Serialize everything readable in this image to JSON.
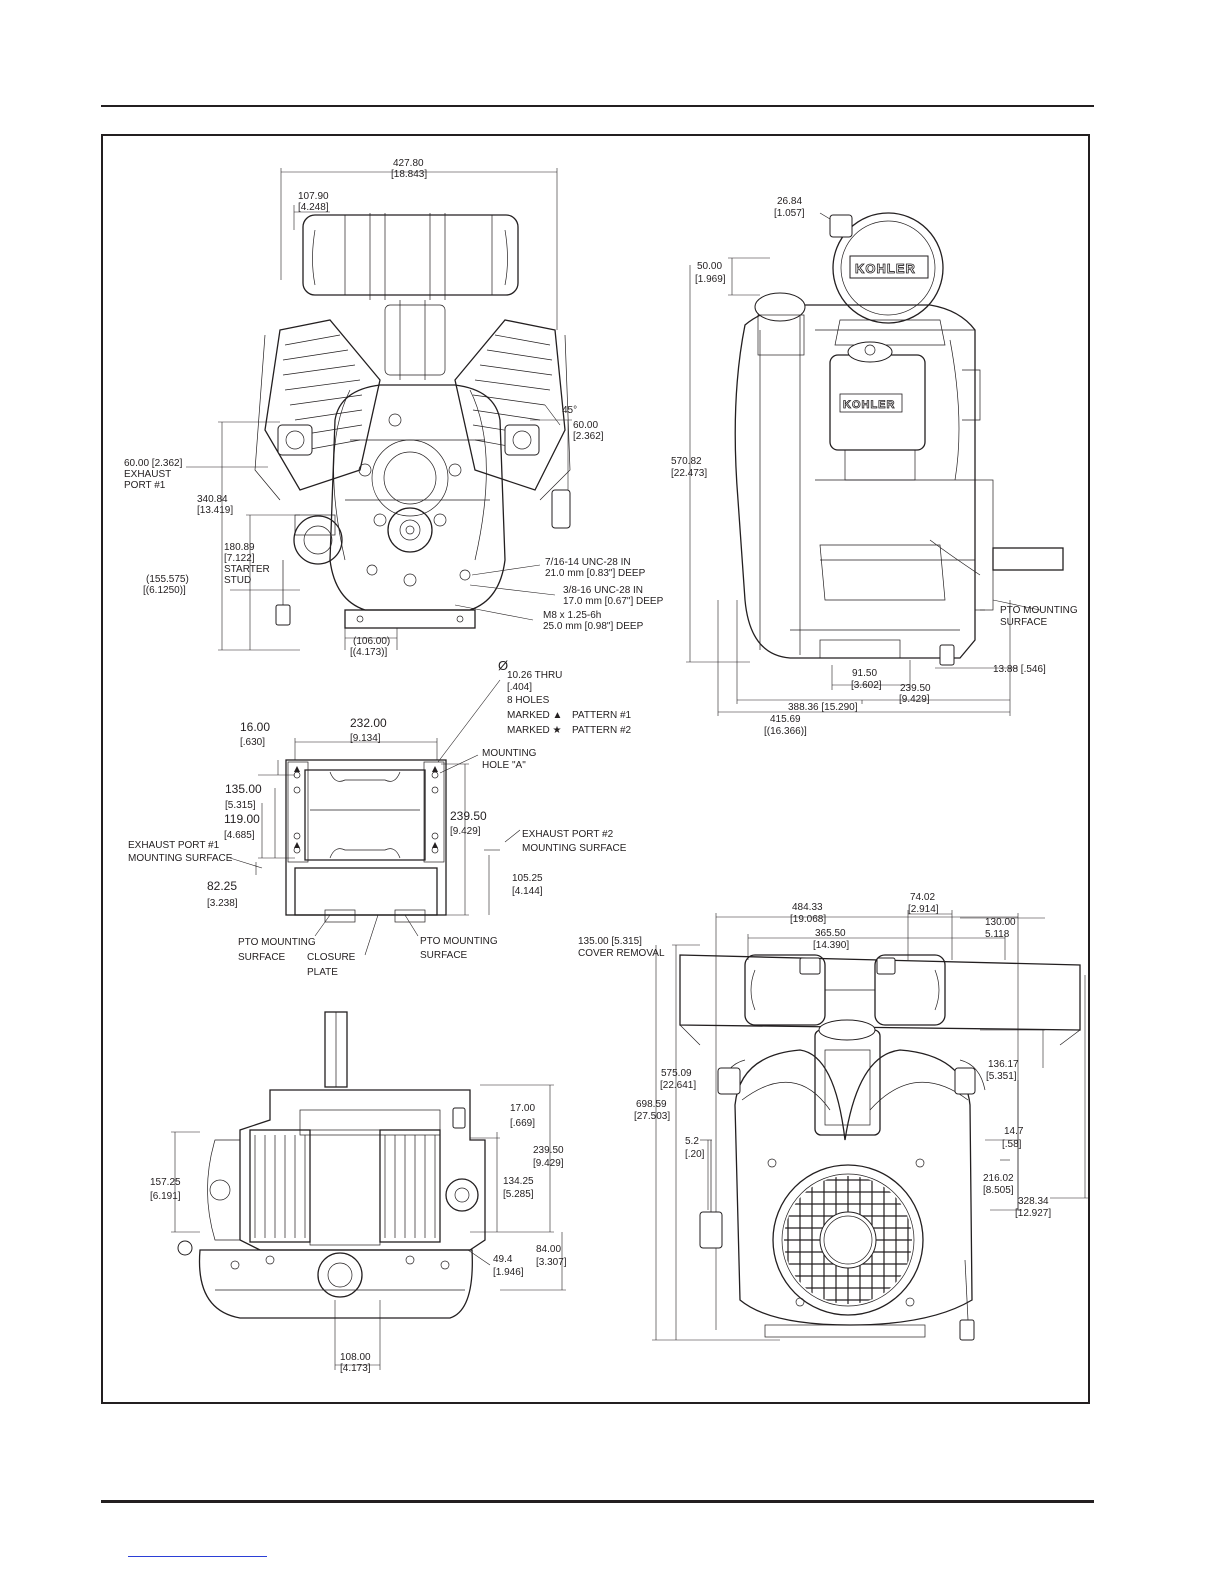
{
  "front_view": {
    "labels": [
      "427.80",
      "[18.843]",
      "107.90",
      "[4.248]",
      "45°",
      "60.00",
      "[2.362]",
      "60.00 [2.362]",
      "EXHAUST",
      "PORT #1",
      "340.84",
      "[13.419]",
      "180.89",
      "[7.122]",
      "STARTER",
      "STUD",
      "(155.575)",
      "[(6.1250)]",
      "7/16-14 UNC-28 IN",
      "21.0 mm [0.83\"] DEEP",
      "3/8-16 UNC-28 IN",
      "17.0 mm [0.67\"] DEEP",
      "M8 x 1.25-6h",
      "25.0 mm [0.98\"] DEEP",
      "(106.00)",
      "[(4.173)]"
    ]
  },
  "side_view": {
    "logo": "KOHLER",
    "labels": [
      "26.84",
      "[1.057]",
      "50.00",
      "[1.969]",
      "570.82",
      "[22.473]",
      "PTO MOUNTING",
      "SURFACE",
      "13.88 [.546]",
      "91.50",
      "[3.602]",
      "239.50",
      "[9.429]",
      "388.36 [15.290]",
      "415.69",
      "[(16.366)]"
    ]
  },
  "base_view": {
    "labels": [
      "10.26 THRU",
      "[.404]",
      "8 HOLES",
      "MARKED ▲",
      "PATTERN  #1",
      "MARKED ★",
      "PATTERN #2",
      "16.00",
      "[.630]",
      "232.00",
      "[9.134]",
      "MOUNTING",
      "HOLE \"A\"",
      "135.00",
      "[5.315]",
      "119.00",
      "[4.685]",
      "239.50",
      "[9.429]",
      "EXHAUST PORT #1",
      "MOUNTING SURFACE",
      "EXHAUST PORT #2",
      "MOUNTING SURFACE",
      "82.25",
      "[3.238]",
      "105.25",
      "[4.144]",
      "PTO MOUNTING",
      "SURFACE",
      "CLOSURE",
      "PLATE",
      "PTO MOUNTING",
      "SURFACE"
    ],
    "diameter_symbol": "Ø"
  },
  "top_view": {
    "labels": [
      "17.00",
      "[.669]",
      "239.50",
      "[9.429]",
      "157.25",
      "[6.191]",
      "134.25",
      "[5.285]",
      "49.4",
      "[1.946]",
      "84.00",
      "[3.307]",
      "108.00",
      "[4.173]"
    ]
  },
  "rear_view": {
    "labels": [
      "484.33",
      "[19.068]",
      "74.02",
      "[2.914]",
      "130.00",
      "5.118",
      "365.50",
      "[14.390]",
      "135.00 [5.315]",
      "COVER REMOVAL",
      "575.09",
      "[22.641]",
      "698.59",
      "[27.503]",
      "136.17",
      "[5.351]",
      "5.2",
      "[.20]",
      "14.7",
      "[.58]",
      "216.02",
      "[8.505]",
      "328.34",
      "[12.927]"
    ]
  }
}
